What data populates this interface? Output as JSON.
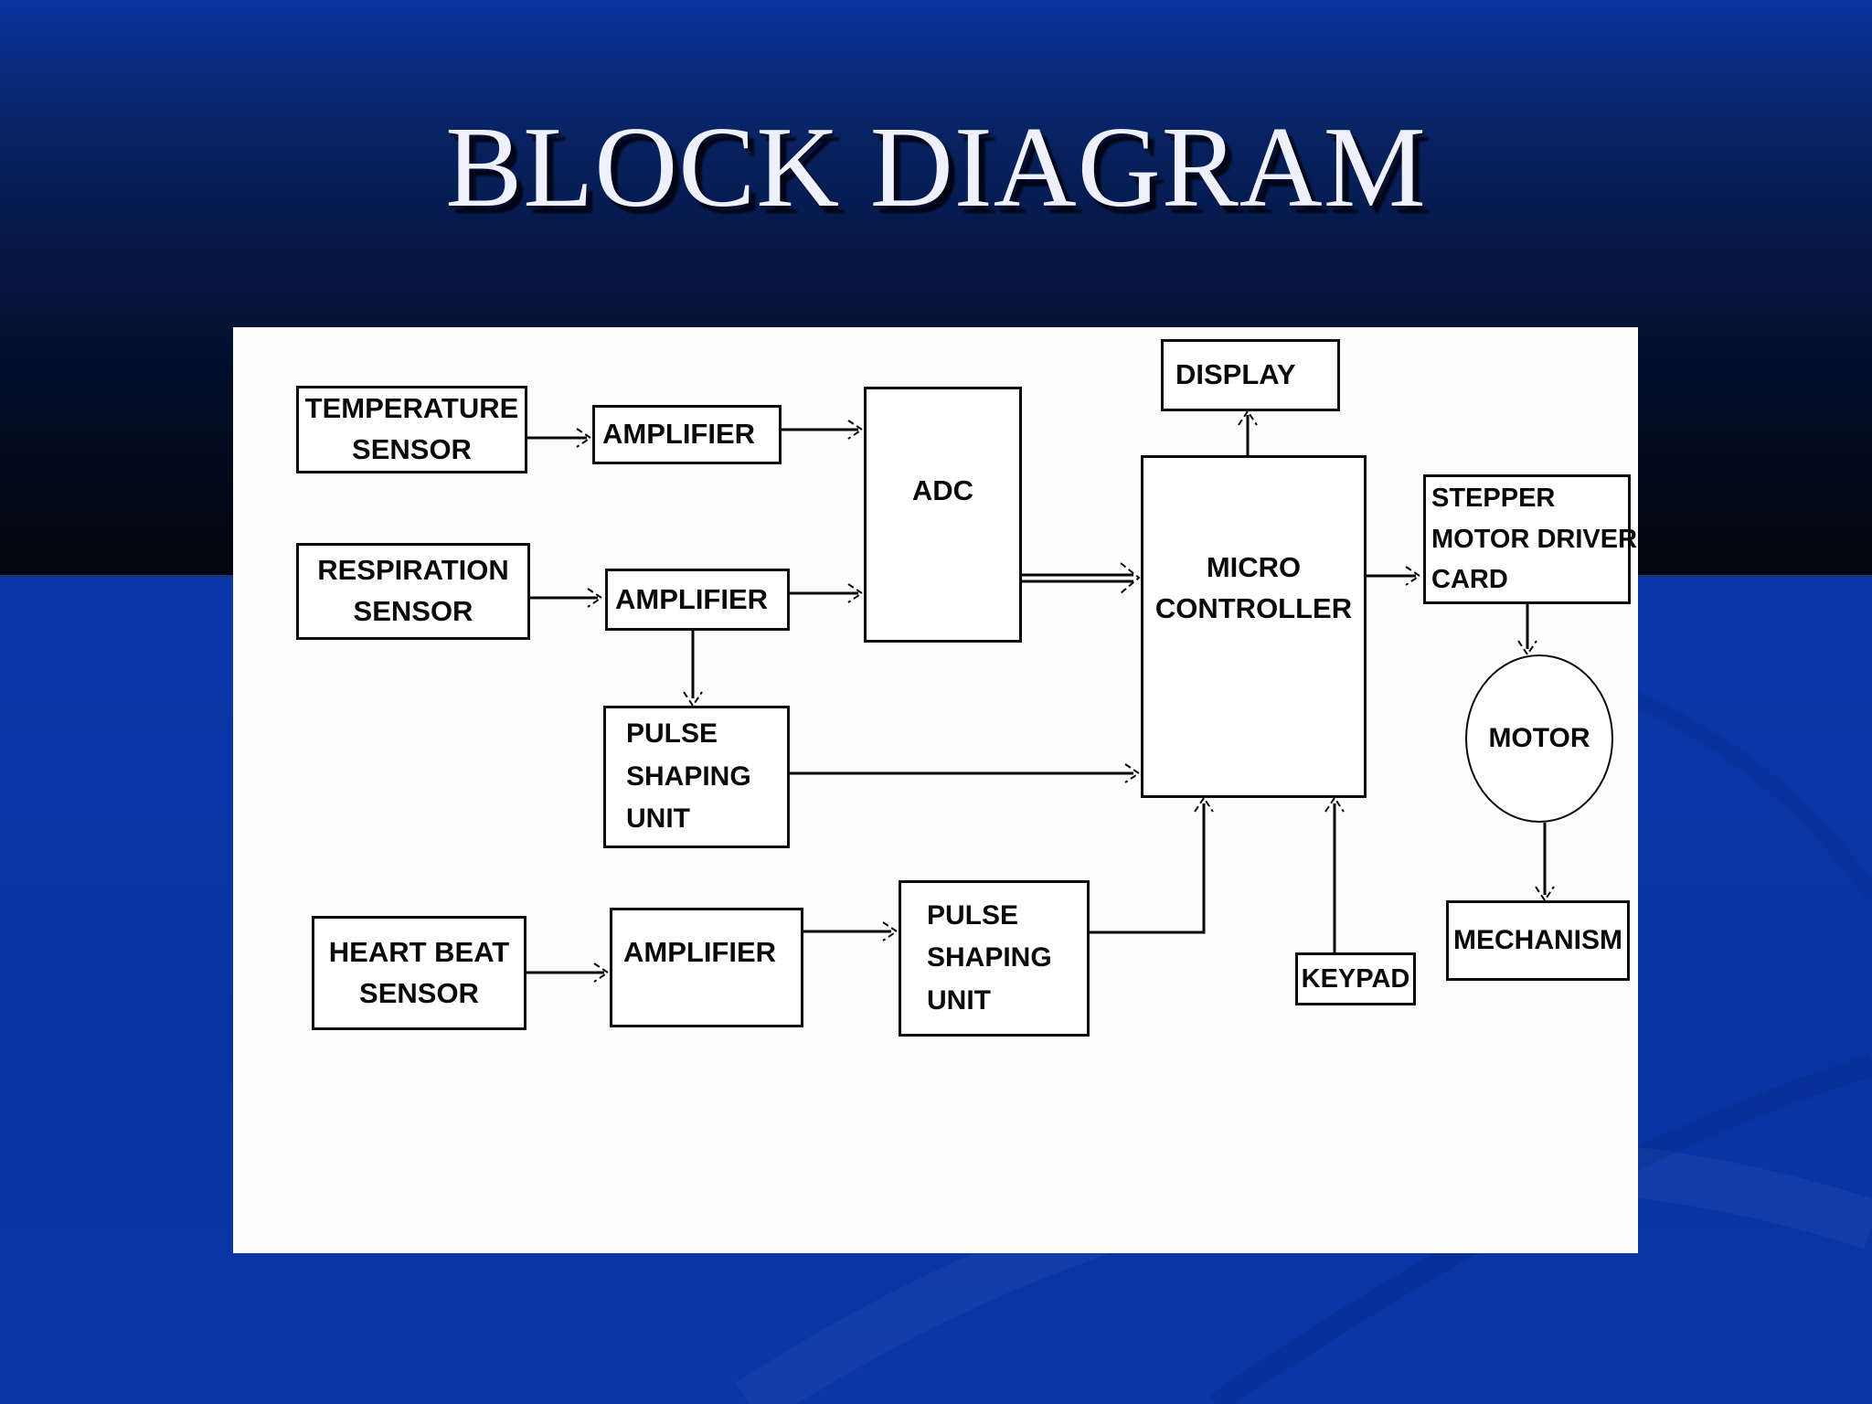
{
  "title": "BLOCK DIAGRAM",
  "colors": {
    "background_top": "#0a35a2",
    "background_dark_mid": "#01060f",
    "background_bottom": "#0834a3",
    "panel": "#fdfdfd",
    "line": "#070707",
    "title_text": "#eef1fc",
    "title_shadow": "#000616"
  },
  "diagram": {
    "nodes": [
      {
        "id": "temperature-sensor",
        "shape": "rect",
        "lines": [
          "TEMPERATURE",
          "SENSOR"
        ]
      },
      {
        "id": "amplifier-top",
        "shape": "rect",
        "lines": [
          "AMPLIFIER"
        ]
      },
      {
        "id": "adc",
        "shape": "rect",
        "lines": [
          "ADC"
        ]
      },
      {
        "id": "display",
        "shape": "rect",
        "lines": [
          "DISPLAY"
        ]
      },
      {
        "id": "micro-controller",
        "shape": "rect",
        "lines": [
          "MICRO",
          "CONTROLLER"
        ]
      },
      {
        "id": "stepper-motor-driver-card",
        "shape": "rect",
        "lines": [
          "STEPPER",
          "MOTOR DRIVER",
          "CARD"
        ]
      },
      {
        "id": "motor",
        "shape": "ellipse",
        "lines": [
          "MOTOR"
        ]
      },
      {
        "id": "mechanism",
        "shape": "rect",
        "lines": [
          "MECHANISM"
        ]
      },
      {
        "id": "respiration-sensor",
        "shape": "rect",
        "lines": [
          "RESPIRATION",
          "SENSOR"
        ]
      },
      {
        "id": "amplifier-mid",
        "shape": "rect",
        "lines": [
          "AMPLIFIER"
        ]
      },
      {
        "id": "pulse-shaping-unit-mid",
        "shape": "rect",
        "lines": [
          "PULSE",
          "SHAPING",
          "UNIT"
        ]
      },
      {
        "id": "heart-beat-sensor",
        "shape": "rect",
        "lines": [
          "HEART BEAT",
          "SENSOR"
        ]
      },
      {
        "id": "amplifier-bottom",
        "shape": "rect",
        "lines": [
          "AMPLIFIER"
        ]
      },
      {
        "id": "pulse-shaping-unit-bottom",
        "shape": "rect",
        "lines": [
          "PULSE",
          "SHAPING",
          "UNIT"
        ]
      },
      {
        "id": "keypad",
        "shape": "rect",
        "lines": [
          "KEYPAD"
        ]
      }
    ],
    "edges": [
      {
        "from": "temperature-sensor",
        "to": "amplifier-top",
        "style": "arrow"
      },
      {
        "from": "amplifier-top",
        "to": "adc",
        "style": "arrow"
      },
      {
        "from": "respiration-sensor",
        "to": "amplifier-mid",
        "style": "arrow"
      },
      {
        "from": "amplifier-mid",
        "to": "adc",
        "style": "arrow"
      },
      {
        "from": "amplifier-mid",
        "to": "pulse-shaping-unit-mid",
        "style": "arrow"
      },
      {
        "from": "pulse-shaping-unit-mid",
        "to": "micro-controller",
        "style": "arrow"
      },
      {
        "from": "adc",
        "to": "micro-controller",
        "style": "double-line-arrow"
      },
      {
        "from": "micro-controller",
        "to": "display",
        "style": "arrow"
      },
      {
        "from": "micro-controller",
        "to": "stepper-motor-driver-card",
        "style": "arrow"
      },
      {
        "from": "stepper-motor-driver-card",
        "to": "motor",
        "style": "arrow"
      },
      {
        "from": "motor",
        "to": "mechanism",
        "style": "arrow"
      },
      {
        "from": "heart-beat-sensor",
        "to": "amplifier-bottom",
        "style": "arrow"
      },
      {
        "from": "amplifier-bottom",
        "to": "pulse-shaping-unit-bottom",
        "style": "arrow"
      },
      {
        "from": "pulse-shaping-unit-bottom",
        "to": "micro-controller",
        "style": "elbow-arrow"
      },
      {
        "from": "keypad",
        "to": "micro-controller",
        "style": "arrow"
      }
    ]
  }
}
